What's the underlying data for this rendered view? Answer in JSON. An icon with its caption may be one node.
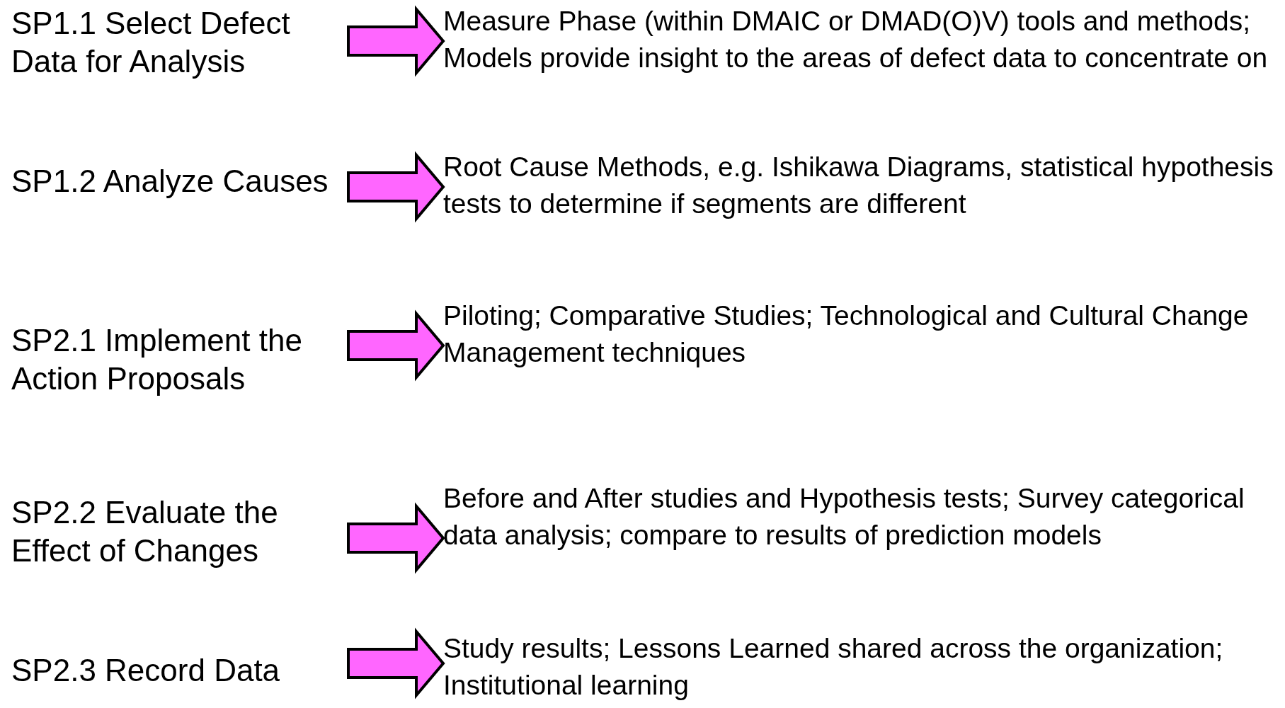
{
  "diagram": {
    "nodes": [
      {
        "text": [
          "SP1.1 Select Defect Data for Analysis"
        ]
      },
      {
        "text": [
          "Measure Phase (within DMAIC or DMAD(O)V) tools and methods;  Models provide insight to the areas of defect data to concentrate on"
        ]
      },
      {
        "text": [
          "SP1.2 Analyze Causes"
        ]
      },
      {
        "text": [
          "Root Cause Methods, e.g. Ishikawa Diagrams, statistical hypothesis tests to determine if segments are different"
        ]
      },
      {
        "text": [
          "SP2.1 Implement the Action Proposals"
        ]
      },
      {
        "text": [
          "Piloting; Comparative Studies; Technological and Cultural Change Management techniques"
        ]
      },
      {
        "text": [
          "SP2.2 Evaluate the Effect of Changes"
        ]
      },
      {
        "text": [
          "Before and After studies and Hypothesis tests; Survey categorical data analysis; compare to results of prediction models"
        ]
      },
      {
        "text": [
          "SP2.3 Record Data"
        ]
      },
      {
        "text": [
          "Study results; Lessons Learned shared across the organization; Institutional learning"
        ]
      }
    ],
    "edges": [
      {
        "from": 0,
        "to": 1,
        "arrow": "to"
      },
      {
        "from": 2,
        "to": 3,
        "arrow": "to"
      },
      {
        "from": 4,
        "to": 5,
        "arrow": "to"
      },
      {
        "from": 6,
        "to": 7,
        "arrow": "to"
      },
      {
        "from": 8,
        "to": 9,
        "arrow": "to"
      }
    ]
  }
}
